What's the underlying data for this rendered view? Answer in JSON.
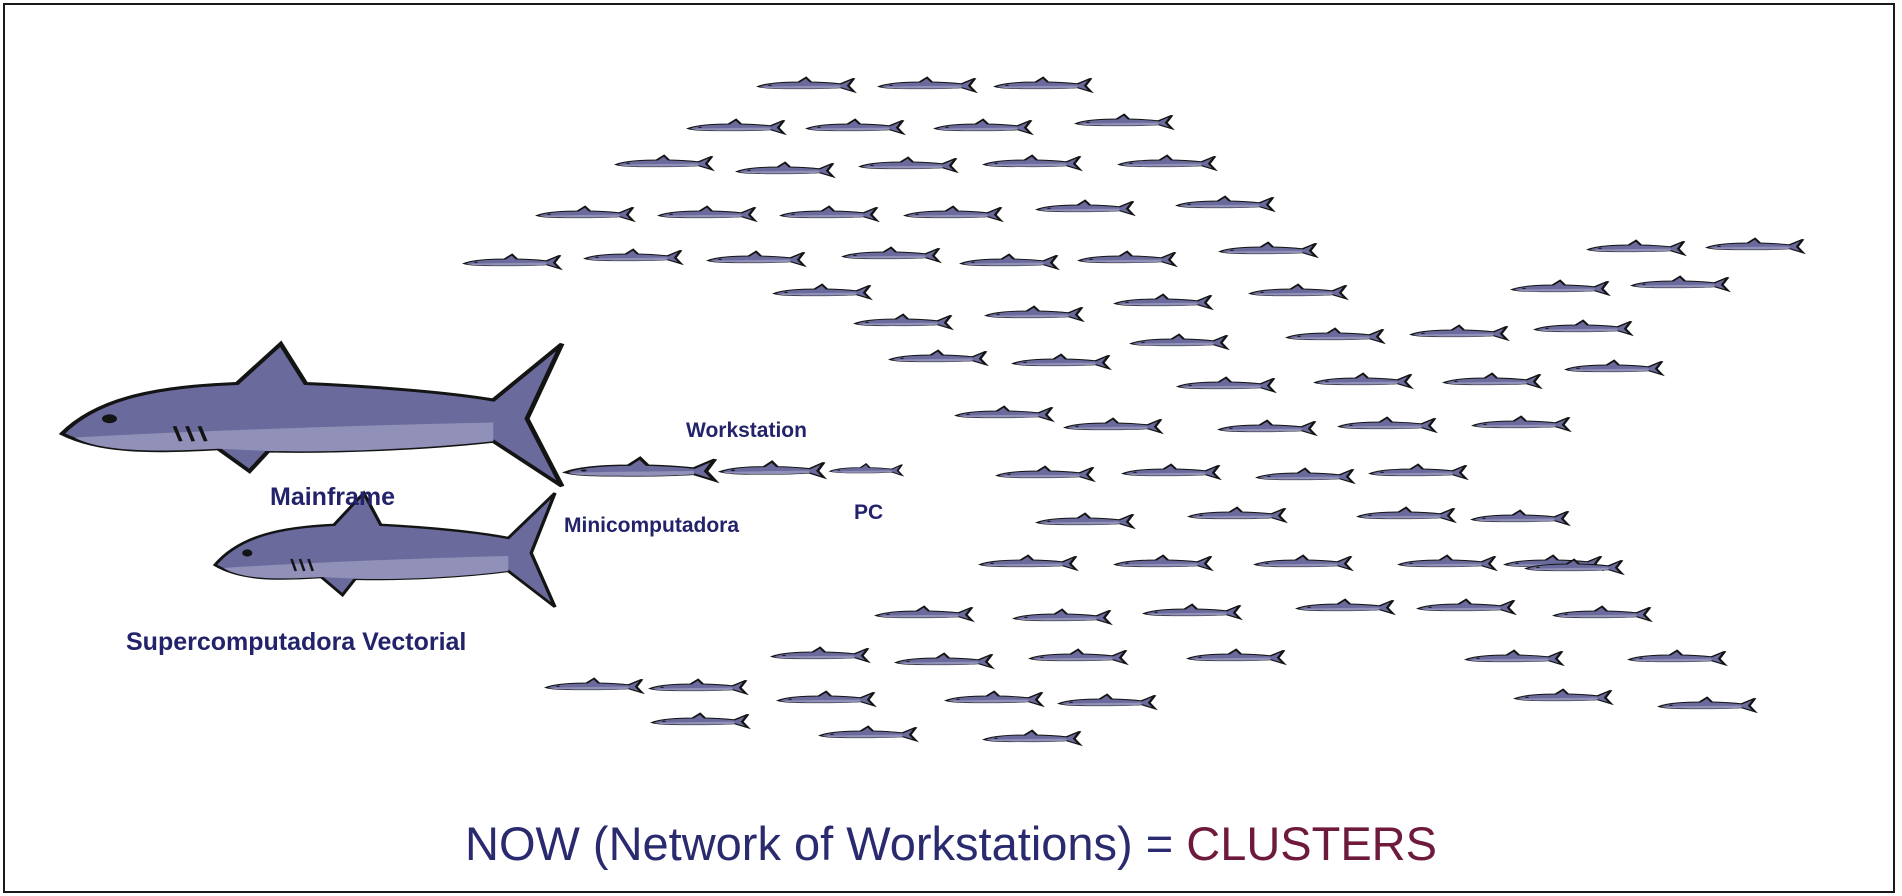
{
  "labels": {
    "mainframe": "Mainframe",
    "supercomputer": "Supercomputadora Vectorial",
    "minicomputer": "Minicomputadora",
    "workstation": "Workstation",
    "pc": "PC"
  },
  "caption": {
    "prefix": "NOW (Network of Workstations) = ",
    "highlight": "CLUSTERS"
  },
  "colors": {
    "label_text": "#23236b",
    "caption_text": "#2a2a6e",
    "caption_highlight": "#6e1a3c",
    "shark_body": "#6a6a9c",
    "shark_back": "#5c5c92",
    "shark_belly": "#9090b8",
    "shark_outline": "#141414",
    "frame_border": "#1a1a1a"
  },
  "icons": {
    "large_shark": "shark-icon",
    "small_shark": "fish-icon"
  }
}
